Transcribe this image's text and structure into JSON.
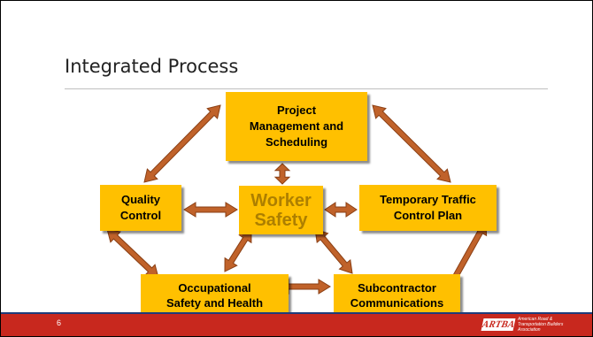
{
  "slide": {
    "title": "Integrated Process",
    "page_number": "6"
  },
  "diagram": {
    "nodes": {
      "project_management": "Project\nManagement and\nScheduling",
      "quality_control": "Quality\nControl",
      "worker_safety": "Worker\nSafety",
      "temporary_traffic": "Temporary Traffic\nControl Plan",
      "occupational_safety": "Occupational\nSafety and Health",
      "subcontractor": "Subcontractor\nCommunications"
    },
    "connections": [
      [
        "project_management",
        "quality_control"
      ],
      [
        "project_management",
        "temporary_traffic"
      ],
      [
        "project_management",
        "worker_safety"
      ],
      [
        "quality_control",
        "worker_safety"
      ],
      [
        "temporary_traffic",
        "worker_safety"
      ],
      [
        "quality_control",
        "occupational_safety"
      ],
      [
        "temporary_traffic",
        "subcontractor"
      ],
      [
        "worker_safety",
        "occupational_safety"
      ],
      [
        "worker_safety",
        "subcontractor"
      ],
      [
        "occupational_safety",
        "subcontractor"
      ]
    ],
    "colors": {
      "box_fill": "#ffc000",
      "arrow_fill": "#c0622a",
      "arrow_stroke": "#8a3f14",
      "center_text": "#ad7f00"
    }
  },
  "footer": {
    "bar_color": "#c8281e",
    "logo_mark": "ARTBA",
    "logo_text": "American Road &\nTransportation Builders\nAssociation"
  }
}
